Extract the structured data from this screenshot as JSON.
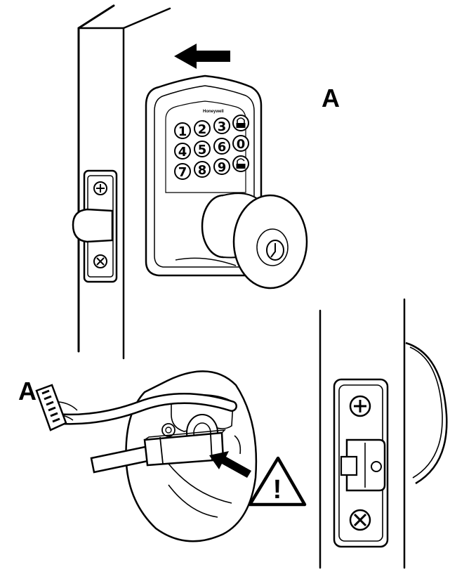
{
  "figure": {
    "callout_label_top": "A",
    "callout_label_bottom": "A",
    "brand": "Honeywell",
    "warning_symbol": "!",
    "keypad_keys": [
      "1",
      "2",
      "3",
      "lock",
      "4",
      "5",
      "6",
      "0",
      "7",
      "8",
      "9",
      "unlock"
    ],
    "icons": [
      "direction-arrow-icon",
      "lock-icon",
      "unlock-icon",
      "screw-icon",
      "warning-triangle-icon"
    ]
  }
}
